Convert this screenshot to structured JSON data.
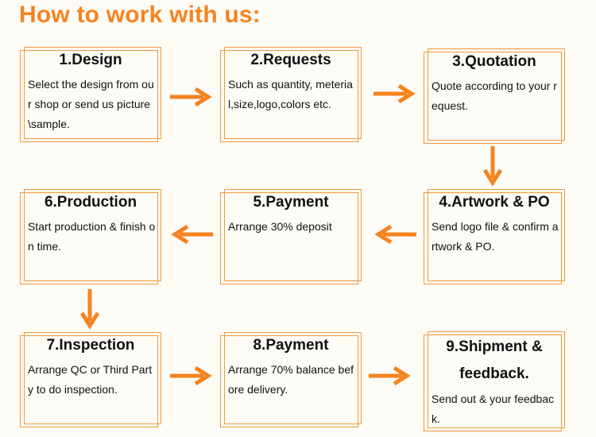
{
  "title": "How to work with us:",
  "colors": {
    "accent": "#f5831f",
    "border": "#f09a3a",
    "text": "#111111"
  },
  "steps": [
    {
      "title": "1.Design",
      "body": "Select the design from our shop or send us picture\\sample."
    },
    {
      "title": "2.Requests",
      "body": "Such as quantity, meterial,size,logo,colors etc."
    },
    {
      "title": "3.Quotation",
      "body": "Quote according to your request."
    },
    {
      "title": "4.Artwork & PO",
      "body": "Send logo file & confirm artwork & PO."
    },
    {
      "title": "5.Payment",
      "body": "Arrange 30% deposit"
    },
    {
      "title": "6.Production",
      "body": "Start production & finish on time."
    },
    {
      "title": "7.Inspection",
      "body": "Arrange QC or Third Party to do inspection."
    },
    {
      "title": "8.Payment",
      "body": "Arrange 70% balance before delivery."
    },
    {
      "title": "9.Shipment & feedback.",
      "body": "Send out & your feedback."
    }
  ],
  "arrows": [
    {
      "from": "1.Design",
      "to": "2.Requests",
      "direction": "right"
    },
    {
      "from": "2.Requests",
      "to": "3.Quotation",
      "direction": "right"
    },
    {
      "from": "3.Quotation",
      "to": "4.Artwork & PO",
      "direction": "down"
    },
    {
      "from": "4.Artwork & PO",
      "to": "5.Payment",
      "direction": "left"
    },
    {
      "from": "5.Payment",
      "to": "6.Production",
      "direction": "left"
    },
    {
      "from": "6.Production",
      "to": "7.Inspection",
      "direction": "down"
    },
    {
      "from": "7.Inspection",
      "to": "8.Payment",
      "direction": "right"
    },
    {
      "from": "8.Payment",
      "to": "9.Shipment & feedback.",
      "direction": "right"
    }
  ]
}
